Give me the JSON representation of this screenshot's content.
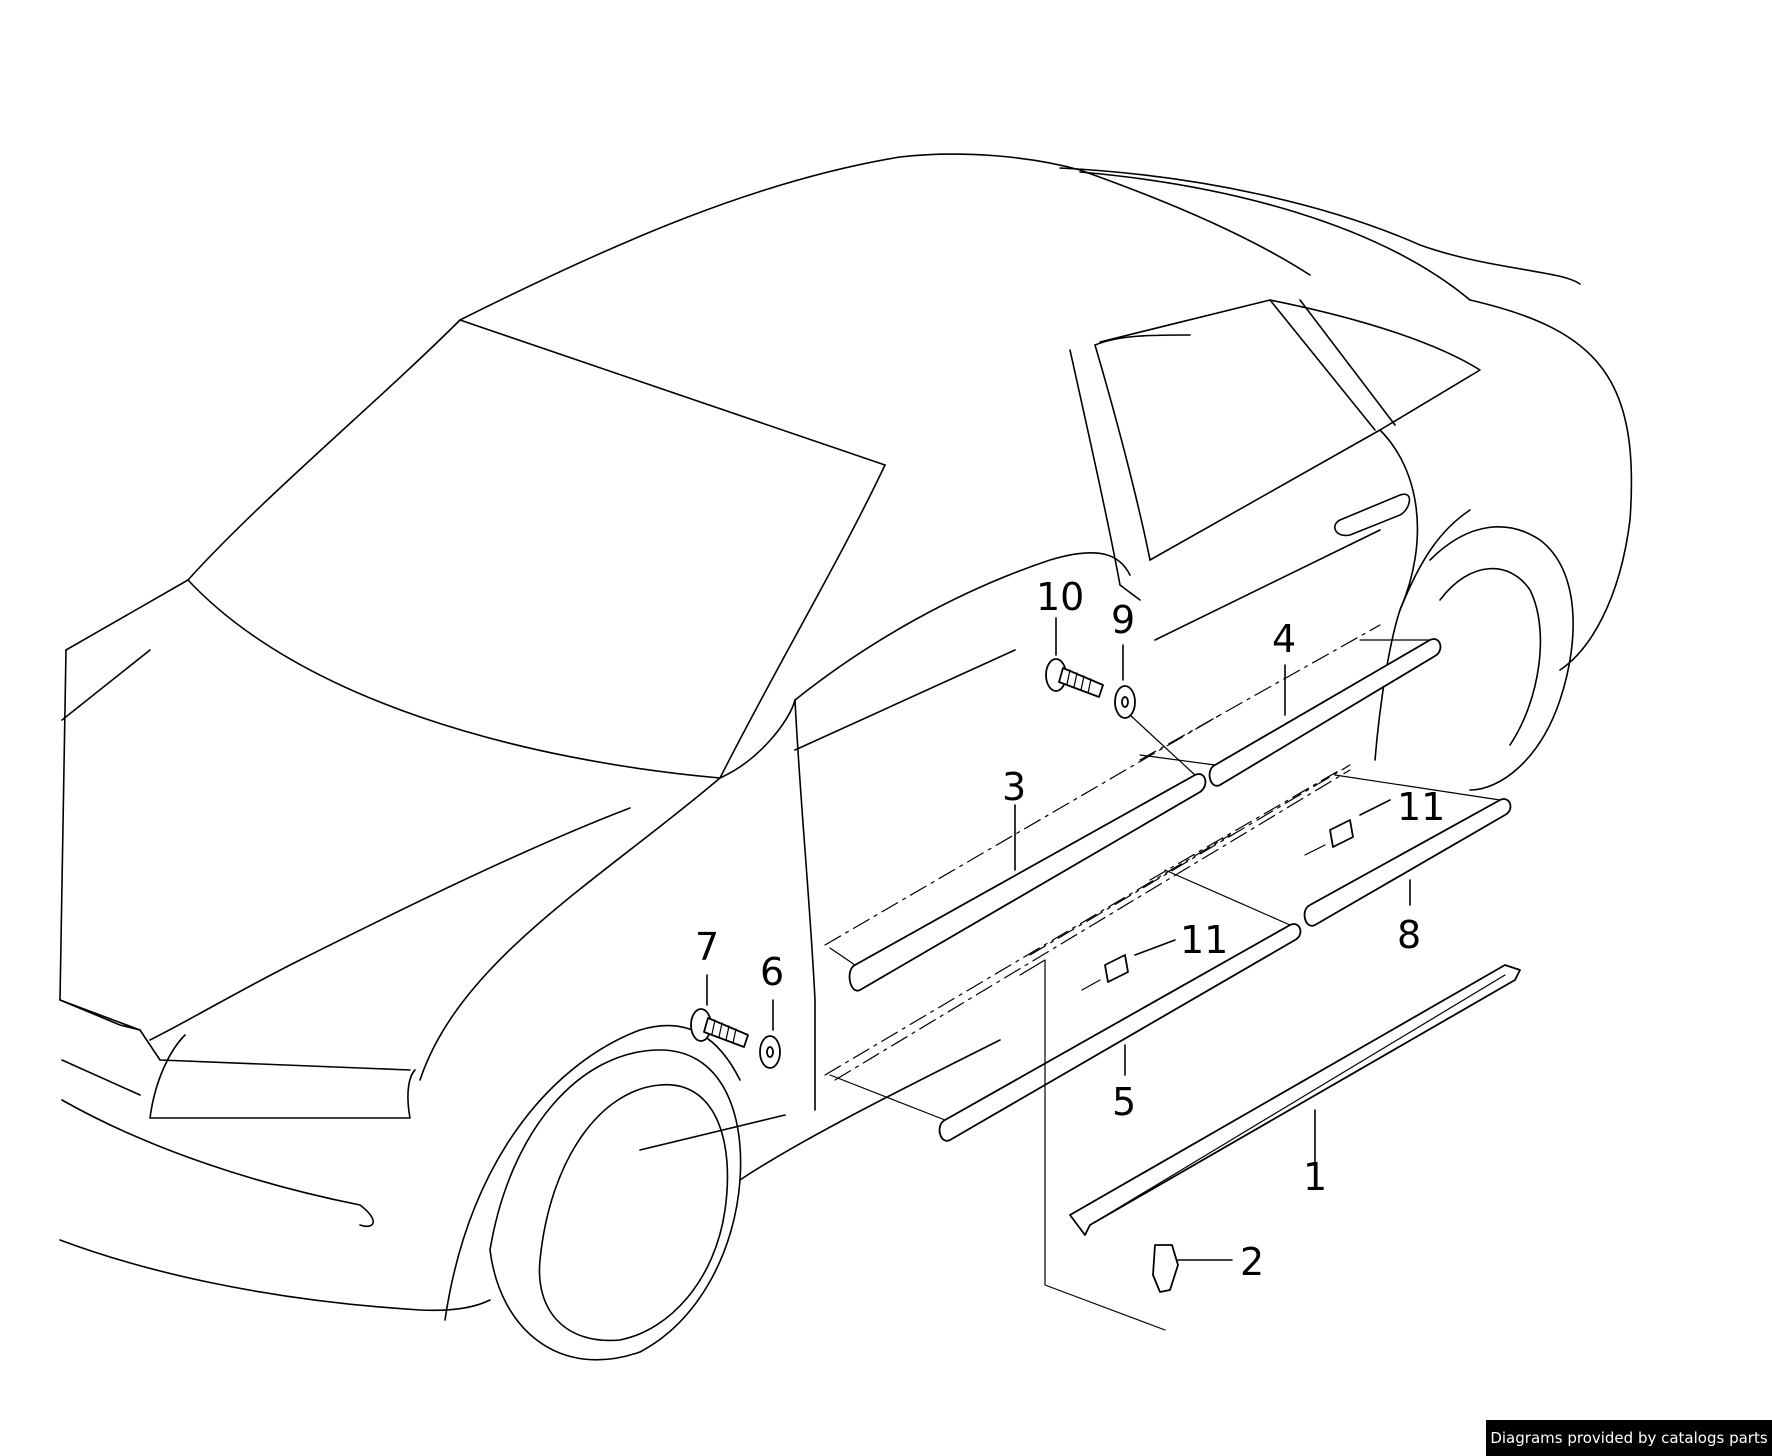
{
  "diagram": {
    "callouts": [
      {
        "id": "c1",
        "text": "1"
      },
      {
        "id": "c2",
        "text": "2"
      },
      {
        "id": "c3",
        "text": "3"
      },
      {
        "id": "c4",
        "text": "4"
      },
      {
        "id": "c5",
        "text": "5"
      },
      {
        "id": "c6",
        "text": "6"
      },
      {
        "id": "c7",
        "text": "7"
      },
      {
        "id": "c8",
        "text": "8"
      },
      {
        "id": "c9",
        "text": "9"
      },
      {
        "id": "c10",
        "text": "10"
      },
      {
        "id": "c11a",
        "text": "11"
      },
      {
        "id": "c11b",
        "text": "11"
      }
    ]
  },
  "footer": {
    "credit": "Diagrams provided by catalogs parts"
  }
}
